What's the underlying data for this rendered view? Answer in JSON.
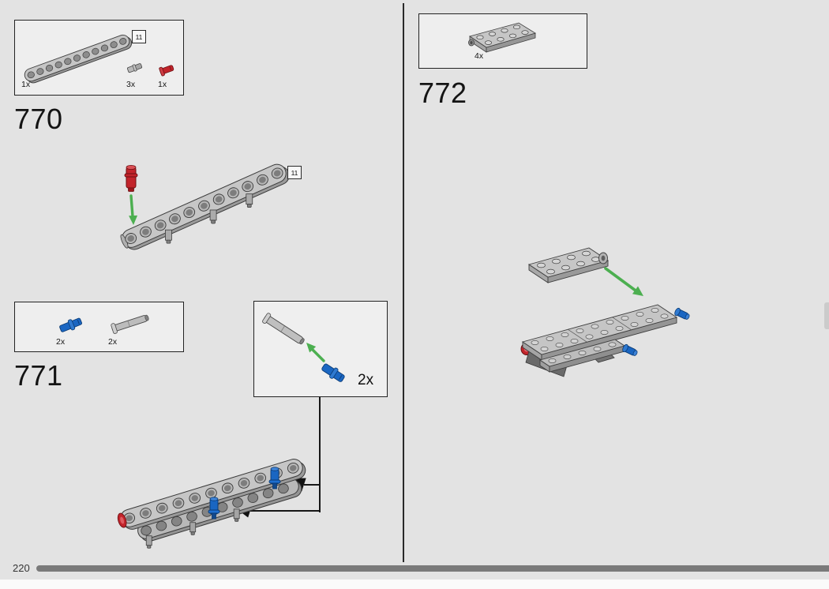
{
  "page": {
    "number": "220"
  },
  "colors": {
    "background": "#e3e3e3",
    "arrow_green": "#4caf50",
    "lego_red": "#c2242b",
    "lego_blue": "#1a66c2",
    "piece_gray": "#c6c6c6",
    "progress_bar": "#7a7a7a"
  },
  "steps": {
    "s770": {
      "number": "770",
      "parts_badge": "11",
      "illustration_badge": "11",
      "parts": [
        {
          "name": "technic-beam-11",
          "count": "1x"
        },
        {
          "name": "pin-connector",
          "count": "3x"
        },
        {
          "name": "red-pin",
          "count": "1x"
        }
      ]
    },
    "s771": {
      "number": "771",
      "parts": [
        {
          "name": "blue-pin",
          "count": "2x"
        },
        {
          "name": "gray-long-pin",
          "count": "2x"
        }
      ],
      "callout": {
        "count": "2x"
      }
    },
    "s772": {
      "number": "772",
      "parts": [
        {
          "name": "plate-2x4",
          "count": "4x"
        }
      ]
    }
  }
}
